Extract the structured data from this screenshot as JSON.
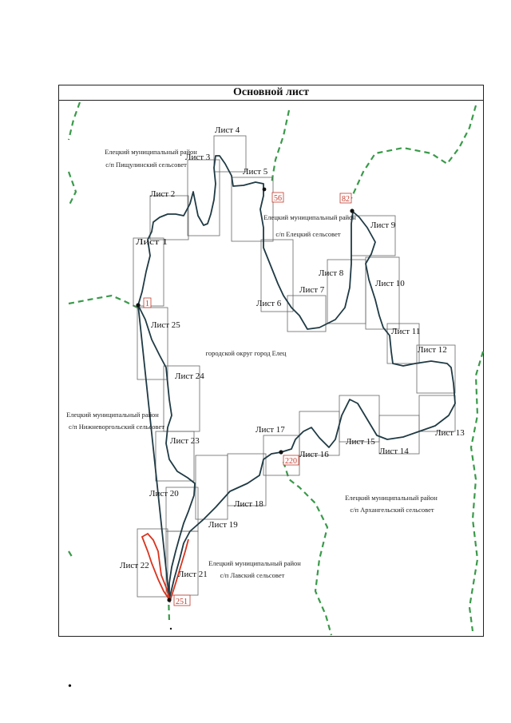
{
  "title": "Основной лист",
  "colors": {
    "boundary": "#1f3a44",
    "green_dash": "#3a9a4a",
    "red_route": "#d8341e",
    "marker_text": "#c0392b",
    "grid": "#666666"
  },
  "sheets": [
    {
      "label": "Лист 1"
    },
    {
      "label": "Лист 2"
    },
    {
      "label": "Лист 3"
    },
    {
      "label": "Лист 4"
    },
    {
      "label": "Лист 5"
    },
    {
      "label": "Лист 6"
    },
    {
      "label": "Лист 7"
    },
    {
      "label": "Лист 8"
    },
    {
      "label": "Лист 9"
    },
    {
      "label": "Лист 10"
    },
    {
      "label": "Лист 11"
    },
    {
      "label": "Лист 12"
    },
    {
      "label": "Лист 13"
    },
    {
      "label": "Лист 14"
    },
    {
      "label": "Лист 15"
    },
    {
      "label": "Лист 16"
    },
    {
      "label": "Лист 17"
    },
    {
      "label": "Лист 18"
    },
    {
      "label": "Лист 19"
    },
    {
      "label": "Лист 20"
    },
    {
      "label": "Лист 21"
    },
    {
      "label": "Лист 22"
    },
    {
      "label": "Лист 23"
    },
    {
      "label": "Лист 24"
    },
    {
      "label": "Лист 25"
    }
  ],
  "point_markers": [
    "1",
    "56",
    "82",
    "220",
    "251"
  ],
  "regions": {
    "pishulino": [
      "Елецкий муниципальный район",
      "с/п Пищулинский сельсовет"
    ],
    "eletsky": [
      "Елецкий муниципальный район",
      "с/п Елецкий сельсовет"
    ],
    "city": "городской округ город Елец",
    "nizhnevorgolsky": [
      "Елецкий муниципальный район",
      "с/п Нижневоргольский сельсовет"
    ],
    "arkhangelsky": [
      "Елецкий муниципальный район",
      "с/п Архангельский сельсовет"
    ],
    "lavsky": [
      "Елецкий муниципальный район",
      "с/п Лавский сельсовет"
    ]
  },
  "bullet": "•"
}
